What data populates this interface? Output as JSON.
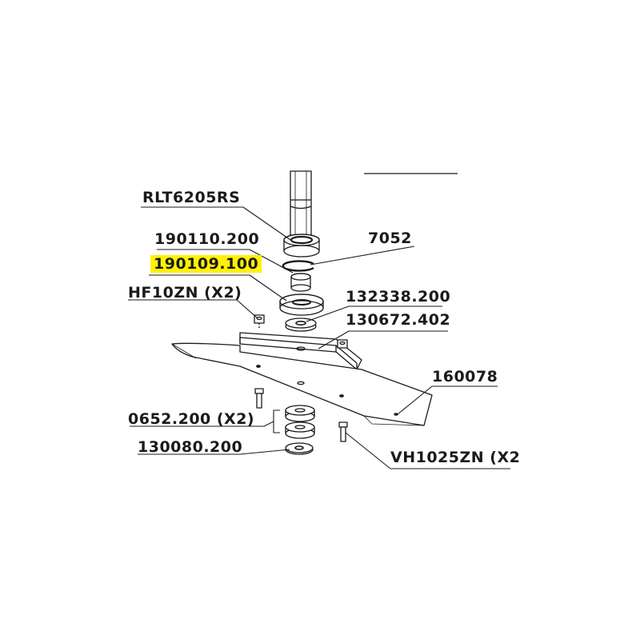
{
  "labels": {
    "bearing": "RLT6205RS",
    "sleeve": "190110.200",
    "spacer_highlighted": "190109.100",
    "circlip": "7052",
    "nut": "HF10ZN (X2)",
    "hub": "132338.200",
    "washer_upper": "130672.402",
    "blade": "160078",
    "bushing_pair": "0652.200 (X2)",
    "washer_lower": "130080.200",
    "bolt": "VH1025ZN (X2"
  },
  "colors": {
    "highlight": "#fff200",
    "ink": "#1a1a1a"
  }
}
